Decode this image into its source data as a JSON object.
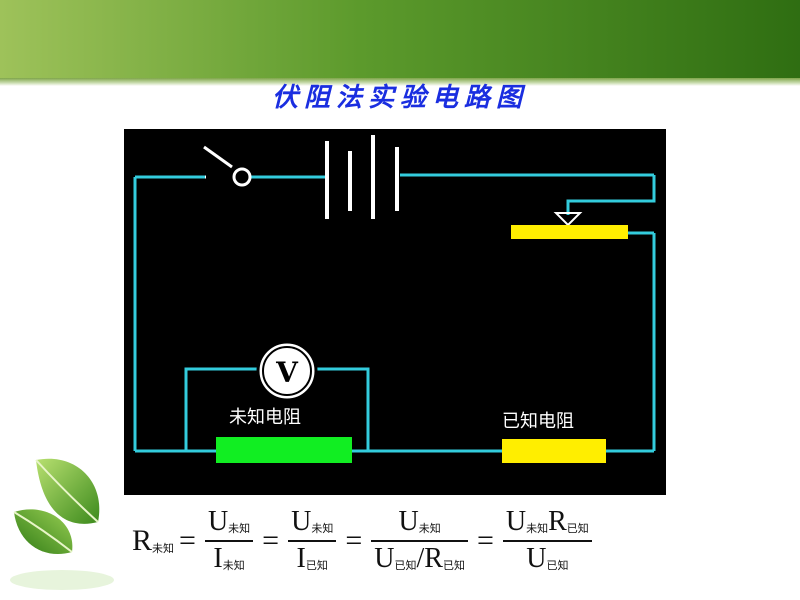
{
  "title": "伏阻法实验电路图",
  "colors": {
    "wire": "#33ccdd",
    "battery": "#ffffff",
    "unknown_resistor": "#11ee22",
    "known_resistor": "#ffee00",
    "rheostat": "#ffee00",
    "background": "#000000"
  },
  "circuit": {
    "voltmeter_symbol": "V",
    "unknown_resistor_label": "未知电阻",
    "known_resistor_label": "已知电阻"
  },
  "formula": {
    "R": "R",
    "U": "U",
    "I": "I",
    "slash": "/",
    "equals": "=",
    "sub_unknown": "未知",
    "sub_known": "已知"
  }
}
